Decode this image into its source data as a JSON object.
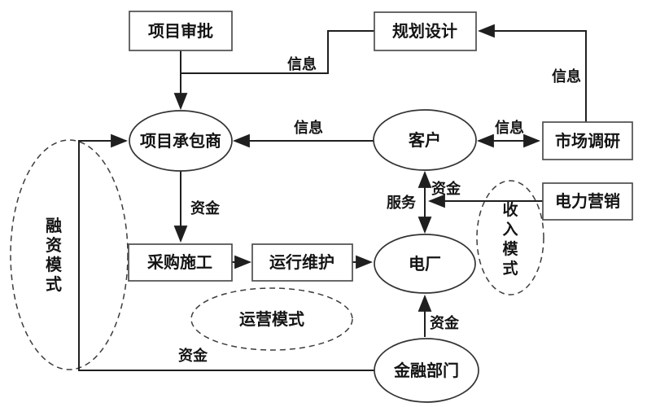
{
  "colors": {
    "background": "#ffffff",
    "connector": "#1f1f1f",
    "rect_border": "#4d4d4d",
    "ellipse_border": "#333333",
    "zone_dash": "#3c3c3c",
    "text": "#141414"
  },
  "nodes": {
    "project_approval": "项目审批",
    "planning_design": "规划设计",
    "project_contractor": "项目承包商",
    "customer": "客户",
    "market_research": "市场调研",
    "power_marketing": "电力营销",
    "procurement_construction": "采购施工",
    "operation_maintenance": "运行维护",
    "power_plant": "电厂",
    "finance_department": "金融部门"
  },
  "zones": {
    "financing_mode": "融资模式",
    "operating_mode": "运营模式",
    "income_mode": "收入模式"
  },
  "edge_labels": {
    "info_planning_to_contractor": "信息",
    "info_research_to_planning": "信息",
    "info_customer_to_contractor": "信息",
    "info_customer_research": "信息",
    "funds_contractor_to_procurement": "资金",
    "funds_customer_plant": "资金",
    "service_plant_customer": "服务",
    "funds_finance_to_plant": "资金",
    "funds_finance_to_contractor": "资金"
  }
}
